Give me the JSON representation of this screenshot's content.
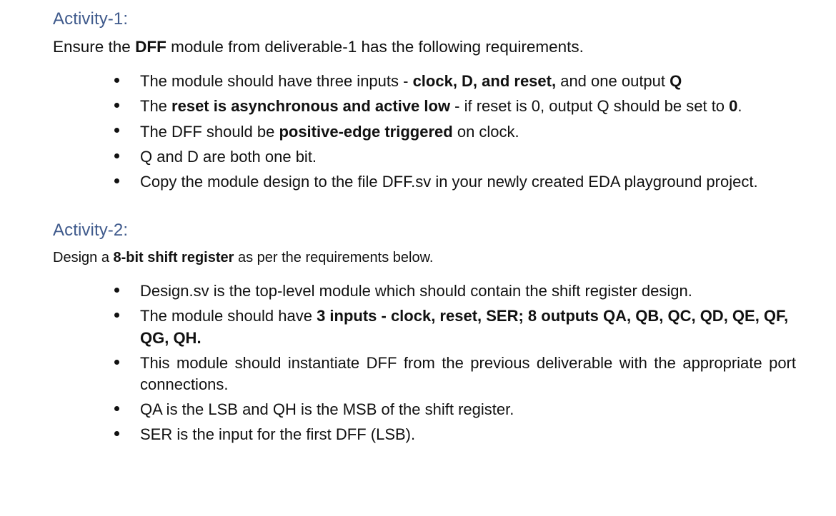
{
  "document": {
    "heading_color": "#3f5a8c",
    "body_color": "#111111",
    "bullet_glyph": "filled-disc"
  },
  "activity_1": {
    "heading": "Activity-1:",
    "intro_prefix": "Ensure the ",
    "intro_bold": "DFF",
    "intro_suffix": " module from deliverable-1 has the following requirements.",
    "bullets": [
      {
        "part_1": "The module should have three inputs - ",
        "bold_1": "clock, D, and reset,",
        "part_2": " and one output ",
        "bold_2": "Q",
        "part_3": ""
      },
      {
        "part_1": "The ",
        "bold_1": "reset is asynchronous and active low",
        "part_2": " - if reset is 0, output Q should be set to ",
        "bold_2": "0",
        "part_3": "."
      },
      {
        "part_1": "The DFF should be ",
        "bold_1": "positive-edge triggered",
        "part_2": " on clock.",
        "bold_2": "",
        "part_3": ""
      },
      {
        "part_1": "Q and D are both one bit.",
        "bold_1": "",
        "part_2": "",
        "bold_2": "",
        "part_3": ""
      },
      {
        "part_1": "Copy the module design to the file DFF.sv in your newly created EDA playground project.",
        "bold_1": "",
        "part_2": "",
        "bold_2": "",
        "part_3": ""
      }
    ]
  },
  "activity_2": {
    "heading": "Activity-2:",
    "intro_prefix": "Design a ",
    "intro_bold": "8-bit shift register",
    "intro_suffix": " as per the requirements below.",
    "bullets": [
      {
        "part_1": "Design.sv is the top-level module which should contain the shift register design.",
        "bold_1": "",
        "part_2": "",
        "bold_2": "",
        "part_3": ""
      },
      {
        "part_1": "The module should have ",
        "bold_1": "3 inputs - clock, reset, SER; 8 outputs QA, QB, QC, QD, QE, QF, QG, QH.",
        "part_2": "",
        "bold_2": "",
        "part_3": ""
      },
      {
        "part_1": "This module should instantiate DFF from the previous deliverable with the appropriate port connections.",
        "bold_1": "",
        "part_2": "",
        "bold_2": "",
        "part_3": ""
      },
      {
        "part_1": "QA is the LSB and QH is the MSB of the shift register.",
        "bold_1": "",
        "part_2": "",
        "bold_2": "",
        "part_3": ""
      },
      {
        "part_1": "SER is the input for the first DFF (LSB).",
        "bold_1": "",
        "part_2": "",
        "bold_2": "",
        "part_3": ""
      }
    ]
  }
}
